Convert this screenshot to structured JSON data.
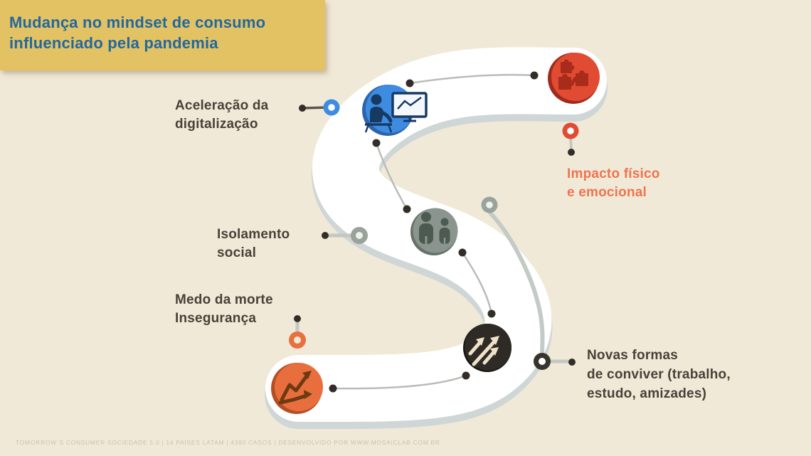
{
  "title": {
    "text": "Mudança no mindset de consumo\ninfluenciado pela pandemia",
    "background": "#e3c263",
    "color": "#2268a0"
  },
  "labels": [
    {
      "id": "aceleracao-digitalizacao",
      "text": "Aceleração da\ndigitalização",
      "color": "#474138"
    },
    {
      "id": "impacto-fisico-emocional",
      "text": "Impacto físico\ne emocional",
      "color": "#ee7450"
    },
    {
      "id": "isolamento-social",
      "text": "Isolamento\nsocial",
      "color": "#474138"
    },
    {
      "id": "medo-morte-inseguranca",
      "text": "Medo da morte\nInsegurança",
      "color": "#474138"
    },
    {
      "id": "novas-formas-conviver",
      "text": "Novas formas\nde conviver (trabalho,\nestudo, amizades)",
      "color": "#474138"
    }
  ],
  "nodes": [
    {
      "name": "digitalizacao",
      "icon": "presenter-chart-icon",
      "color": "#3d8ce2"
    },
    {
      "name": "impacto-fisico-emocional",
      "icon": "puzzle-icon",
      "color": "#e14b33"
    },
    {
      "name": "isolamento-social",
      "icon": "family-icon",
      "color": "#8a958d"
    },
    {
      "name": "novas-formas-conviver",
      "icon": "growth-arrows-icon",
      "color": "#2e2a25"
    },
    {
      "name": "medo-inseguranca",
      "icon": "trend-chart-icon",
      "color": "#e96e3e"
    }
  ],
  "path": {
    "shape": "s-curve",
    "color": "#ffffff",
    "shadow": "#cfd6d6"
  },
  "background": "#f1e9d7",
  "footer": {
    "text": "TOMORROW´S  CONSUMER  SOCIEDADE  5.0  |  14 PAÍSES  LATAM  |  4390 CASOS   |  DESENVOLVIDO POR WWW.MOSAICLAB.COM.BR"
  }
}
